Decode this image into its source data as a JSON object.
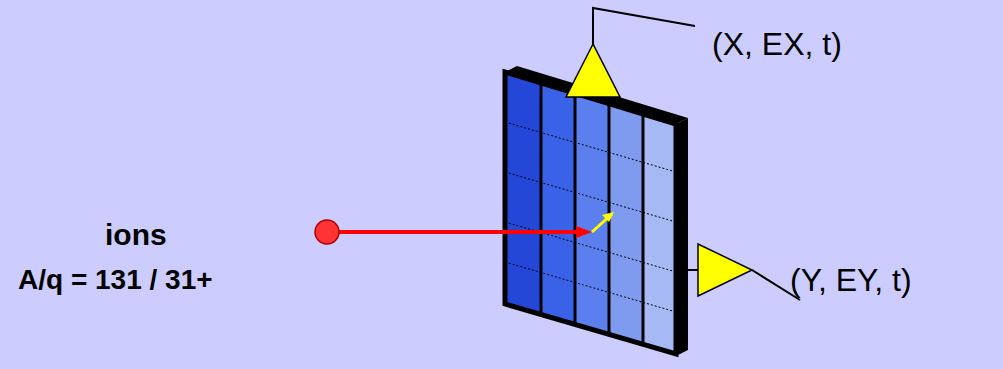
{
  "diagram": {
    "labels": [
      "ions",
      "A/q = 131 / 31+",
      "(X, EX, t)",
      "(Y, EY, t)"
    ]
  }
}
